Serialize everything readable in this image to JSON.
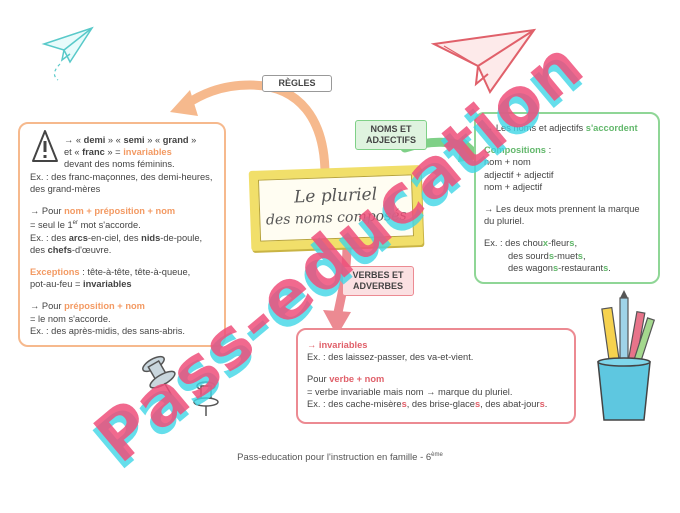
{
  "labels": {
    "regles": "RÈGLES",
    "noms_adjectifs": "NOMS ET ADJECTIFS",
    "verbes_adverbes": "VERBES ET ADVERBES"
  },
  "title": {
    "line1": "Le pluriel",
    "line2": "des noms composés"
  },
  "left": {
    "l1a": "→ « ",
    "l1b": "demi",
    "l1c": " » « ",
    "l1d": "semi",
    "l1e": " » « ",
    "l1f": "grand",
    "l1g": " »",
    "l2a": "et « ",
    "l2b": "franc",
    "l2c": " » = ",
    "l2d": "invariables",
    "l3": "devant des noms féminins.",
    "l4": "Ex. : des franc-maçonnes, des demi-heures,",
    "l5": "des grand-mères",
    "l6a": "→ Pour ",
    "l6b": "nom + préposition + nom",
    "l7a": "= seul le 1",
    "l7sup": "er",
    "l7b": " mot s'accorde.",
    "l8a": "Ex. : des ",
    "l8b": "arcs",
    "l8c": "-en-ciel, des ",
    "l8d": "nids",
    "l8e": "-de-poule,",
    "l9a": "des ",
    "l9b": "chefs",
    "l9c": "-d'œuvre.",
    "l10a": "Exceptions",
    "l10b": " : tête-à-tête, tête-à-queue,",
    "l11a": "pot-au-feu = ",
    "l11b": "invariables",
    "l12a": "→ Pour ",
    "l12b": "préposition + nom",
    "l13": "= le nom s'accorde.",
    "l14": "Ex. : des après-midis, des sans-abris."
  },
  "right": {
    "r1a": "→ Les noms et adjectifs ",
    "r1b": "s'accordent",
    "r2": "Compositions",
    "r3": "nom + nom",
    "r4": "adjectif + adjectif",
    "r5": "nom + adjectif",
    "r6": "→ Les deux mots prennent la marque",
    "r7": "du pluriel.",
    "r8a": "Ex. : des chou",
    "r8b": "x",
    "r8c": "-fleur",
    "r8d": "s",
    "r9a": "des sourd",
    "r9b": "s",
    "r9c": "-muet",
    "r9d": "s",
    "r10a": "des wagon",
    "r10b": "s",
    "r10c": "-restaurant",
    "r10d": "s"
  },
  "bottom": {
    "b1": "→ invariables",
    "b2": "Ex. : des laissez-passer, des va-et-vient.",
    "b3a": "Pour ",
    "b3b": "verbe + nom",
    "b4": "= verbe invariable mais nom → marque du pluriel.",
    "b5a": "Ex. : des cache-misère",
    "b5b": "s",
    "b5c": ", des brise-glace",
    "b5d": "s",
    "b5e": ", des abat-jour",
    "b5f": "s"
  },
  "watermark": "Pass-education",
  "footer": {
    "text": "Pass-education pour l'instruction en famille - 6",
    "sup": "ème"
  },
  "icons": [
    "warning-icon",
    "paper-plane-icon",
    "pushpin-icon",
    "pencil-cup-icon"
  ],
  "colors": {
    "orange": "#f39a63",
    "green": "#63b86c",
    "red": "#e0606a",
    "watermark_pink": "#ee4f7a",
    "watermark_cyan": "#3ed6e6",
    "title_frame": "#e8d25a"
  }
}
